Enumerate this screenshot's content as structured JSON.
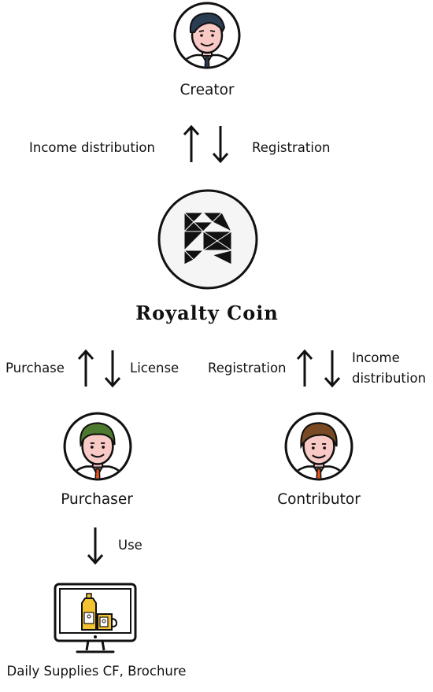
{
  "nodes": {
    "creator": "Creator",
    "purchaser": "Purchaser",
    "contributor": "Contributor",
    "output": "Daily Supplies CF, Brochure"
  },
  "brand": {
    "name": "Royalty Coin"
  },
  "edges": {
    "creator_up": "Income distribution",
    "creator_down": "Registration",
    "purchaser_up": "Purchase",
    "purchaser_down": "License",
    "contributor_up": "Registration",
    "contributor_down_line1": "Income",
    "contributor_down_line2": "distribution",
    "use": "Use"
  },
  "colors": {
    "skin": "#f8c9c5",
    "hair_creator": "#2a3d52",
    "hair_purchaser": "#4d7a2f",
    "hair_contributor": "#7a4a24",
    "tie": "#e8531f",
    "product_yellow": "#f2c230"
  }
}
